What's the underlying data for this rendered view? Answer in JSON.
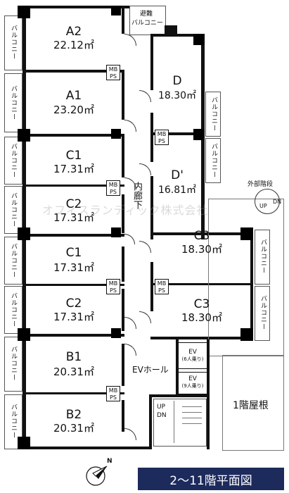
{
  "rooms": [
    {
      "name": "A2",
      "area": "22.12㎡"
    },
    {
      "name": "A1",
      "area": "23.20㎡"
    },
    {
      "name": "C1",
      "area": "17.31㎡"
    },
    {
      "name": "C2",
      "area": "17.31㎡"
    },
    {
      "name": "C1",
      "area": "17.31㎡"
    },
    {
      "name": "C2",
      "area": "17.31㎡"
    },
    {
      "name": "B1",
      "area": "20.31㎡"
    },
    {
      "name": "B2",
      "area": "20.31㎡"
    },
    {
      "name": "D",
      "area": "18.30㎡"
    },
    {
      "name": "D'",
      "area": "16.81㎡"
    },
    {
      "name": "C3",
      "area": "18.30㎡"
    },
    {
      "name": "C3",
      "area": "18.30㎡"
    }
  ],
  "labels": {
    "balcony": "バルコニー",
    "escape_balcony_line1": "避難",
    "escape_balcony_line2": "バルコニー",
    "mb": "MB",
    "ps": "PS",
    "corridor": "内廊下",
    "ev_hall": "EVホール",
    "ev1_name": "EV",
    "ev1_capacity": "(6人乗り)",
    "ev2_name": "EV",
    "ev2_capacity": "(9人乗り)",
    "outer_stairs": "外部階段",
    "up": "UP",
    "dn": "DN",
    "roof": "1階屋根",
    "watermark": "オフィスランディック株式会社",
    "north": "N",
    "floor_plan_title": "2～11階平面図"
  },
  "colors": {
    "title_bg": "#1d2a5c",
    "title_text": "#ffffff",
    "wall": "#111111"
  }
}
